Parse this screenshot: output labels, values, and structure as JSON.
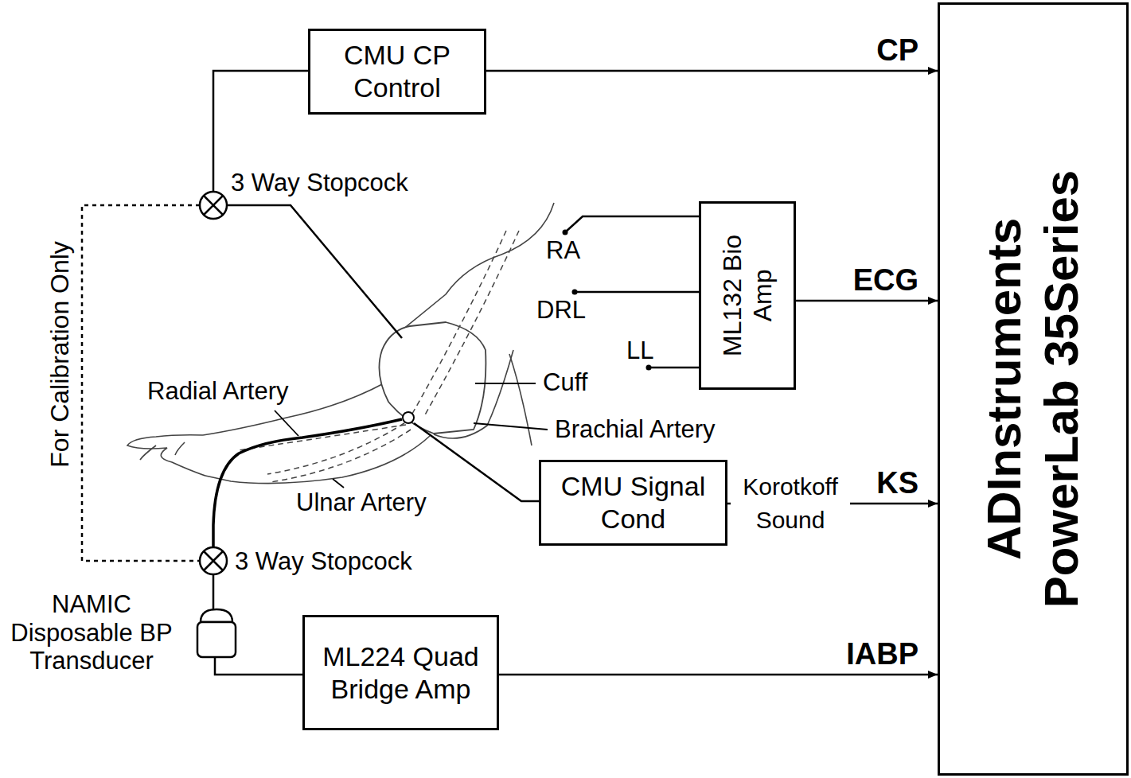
{
  "diagram": {
    "nodes": [
      {
        "text": [
          "CMU CP Control"
        ]
      },
      {
        "text": [
          "ML132 Bio Amp"
        ]
      },
      {
        "text": [
          "CMU Signal Cond"
        ]
      },
      {
        "text": [
          "ML224 Quad Bridge Amp"
        ]
      },
      {
        "text": [
          "ADInstruments PowerLab 35Series"
        ]
      }
    ],
    "edges": [
      {
        "from": 0,
        "to": 4,
        "arrow": "to",
        "label": "CP"
      },
      {
        "from": 1,
        "to": 4,
        "arrow": "to",
        "label": "ECG"
      },
      {
        "from": 2,
        "to": 4,
        "arrow": "to",
        "label": "KS"
      },
      {
        "from": 3,
        "to": 4,
        "arrow": "to",
        "label": "IABP"
      }
    ],
    "labels": [
      "3 Way Stopcock",
      "For Calibration Only",
      "RA",
      "DRL",
      "LL",
      "Cuff",
      "Radial Artery",
      "Brachial Artery",
      "Korotkoff Sound",
      "Ulnar Artery",
      "3 Way Stopcock",
      "NAMIC Disposable BP Transducer"
    ]
  }
}
